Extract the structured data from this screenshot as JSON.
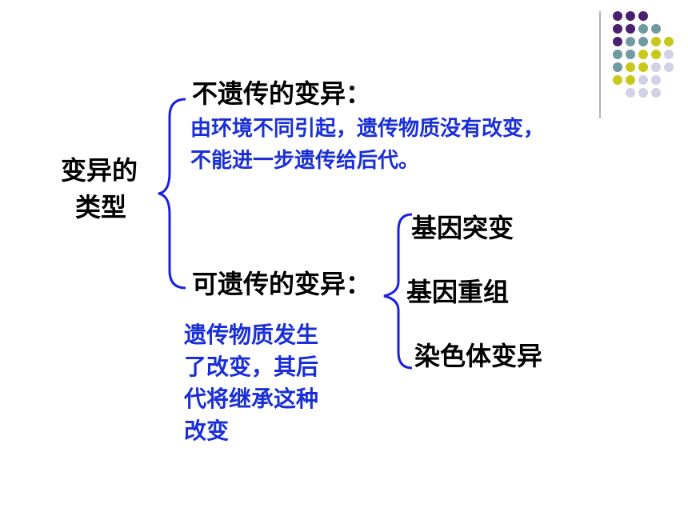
{
  "root": {
    "line1": "变异的",
    "line2": "类型"
  },
  "non_heritable": {
    "title": "不遗传的变异：",
    "desc_line1": "由环境不同引起，遗传物质没有改变，",
    "desc_line2": "不能进一步遗传给后代。"
  },
  "heritable": {
    "title": "可遗传的变异：",
    "desc_lines": [
      "遗传物质发生",
      "了改变，其后",
      "代将继承这种",
      "改变"
    ],
    "types": [
      "基因突变",
      "基因重组",
      "染色体变异"
    ]
  },
  "colors": {
    "text": "#000000",
    "accent_text": "#1a2fd6",
    "bracket": "#1a22e0",
    "dot_purple": "#4a1f6e",
    "dot_teal": "#6f9aa0",
    "dot_yellow": "#c8c81a",
    "dot_lavender": "#d2d2e6",
    "divider": "#999999"
  }
}
